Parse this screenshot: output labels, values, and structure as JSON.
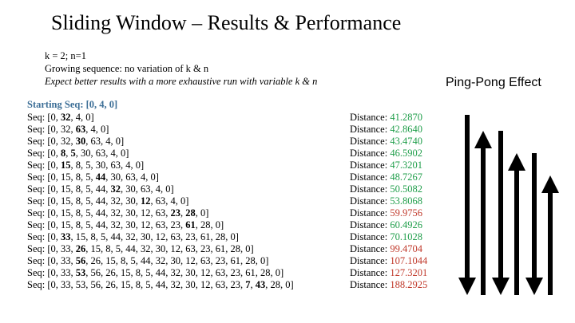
{
  "title": "Sliding Window – Results & Performance",
  "params": {
    "line1": "k = 2;  n=1",
    "line2": "Growing sequence: no variation of k & n",
    "line3": "Expect better results with a more exhaustive run with variable k & n"
  },
  "starting_seq": {
    "label": "Starting Seq: ",
    "value": "[0, 4, 0]"
  },
  "sequences": [
    [
      [
        "Seq: [0, ",
        0
      ],
      [
        "32",
        1
      ],
      [
        ", 4, 0]",
        0
      ]
    ],
    [
      [
        "Seq: [0, 32, ",
        0
      ],
      [
        "63",
        1
      ],
      [
        ", 4, 0]",
        0
      ]
    ],
    [
      [
        "Seq: [0, 32, ",
        0
      ],
      [
        "30",
        1
      ],
      [
        ", 63, 4, 0]",
        0
      ]
    ],
    [
      [
        "Seq: [0, ",
        0
      ],
      [
        "8",
        1
      ],
      [
        ", ",
        0
      ],
      [
        "5",
        1
      ],
      [
        ", 30, 63, 4, 0]",
        0
      ]
    ],
    [
      [
        "Seq: [0, ",
        0
      ],
      [
        "15",
        1
      ],
      [
        ", 8, 5, 30, 63, 4, 0]",
        0
      ]
    ],
    [
      [
        "Seq: [0, 15, 8, 5, ",
        0
      ],
      [
        "44",
        1
      ],
      [
        ", 30, 63, 4, 0]",
        0
      ]
    ],
    [
      [
        "Seq: [0, 15, 8, 5, 44, ",
        0
      ],
      [
        "32",
        1
      ],
      [
        ", 30, 63, 4, 0]",
        0
      ]
    ],
    [
      [
        "Seq: [0, 15, 8, 5, 44, 32, 30, ",
        0
      ],
      [
        "12",
        1
      ],
      [
        ", 63, 4, 0]",
        0
      ]
    ],
    [
      [
        "Seq: [0, 15, 8, 5, 44, 32, 30, 12, 63, ",
        0
      ],
      [
        "23",
        1
      ],
      [
        ", ",
        0
      ],
      [
        "28",
        1
      ],
      [
        ", 0]",
        0
      ]
    ],
    [
      [
        "Seq: [0, 15, 8, 5, 44, 32, 30, 12, 63, 23, ",
        0
      ],
      [
        "61",
        1
      ],
      [
        ", 28, 0]",
        0
      ]
    ],
    [
      [
        "Seq: [0, ",
        0
      ],
      [
        "33",
        1
      ],
      [
        ", 15, 8, 5, 44, 32, 30, 12, 63, 23, 61, 28, 0]",
        0
      ]
    ],
    [
      [
        "Seq: [0, 33, ",
        0
      ],
      [
        "26",
        1
      ],
      [
        ", 15, 8, 5, 44, 32, 30, 12, 63, 23, 61, 28, 0]",
        0
      ]
    ],
    [
      [
        "Seq: [0, 33, ",
        0
      ],
      [
        "56",
        1
      ],
      [
        ", 26, 15, 8, 5, 44, 32, 30, 12, 63, 23, 61, 28, 0]",
        0
      ]
    ],
    [
      [
        "Seq: [0, 33, ",
        0
      ],
      [
        "53",
        1
      ],
      [
        ", 56, 26, 15, 8, 5, 44, 32, 30, 12, 63, 23, 61, 28, 0]",
        0
      ]
    ],
    [
      [
        "Seq: [0, 33, 53, 56, 26, 15, 8, 5, 44, 32, 30, 12, 63, 23, ",
        0
      ],
      [
        "7",
        1
      ],
      [
        ", ",
        0
      ],
      [
        "43",
        1
      ],
      [
        ", 28, 0]",
        0
      ]
    ]
  ],
  "distance_label": "Distance: ",
  "distances": [
    {
      "value": "41.2870",
      "color": "green"
    },
    {
      "value": "42.8640",
      "color": "green"
    },
    {
      "value": "43.4740",
      "color": "green"
    },
    {
      "value": "46.5902",
      "color": "green"
    },
    {
      "value": "47.3201",
      "color": "green"
    },
    {
      "value": "48.7267",
      "color": "green"
    },
    {
      "value": "50.5082",
      "color": "green"
    },
    {
      "value": "53.8068",
      "color": "green"
    },
    {
      "value": "59.9756",
      "color": "red"
    },
    {
      "value": "60.4926",
      "color": "green"
    },
    {
      "value": "70.1028",
      "color": "green"
    },
    {
      "value": "99.4704",
      "color": "red"
    },
    {
      "value": "107.1044",
      "color": "red"
    },
    {
      "value": "127.3201",
      "color": "red"
    },
    {
      "value": "188.2925",
      "color": "red"
    }
  ],
  "ping_pong": {
    "title": "Ping-Pong Effect",
    "arrows": [
      "down",
      "up",
      "down",
      "up",
      "down",
      "up"
    ]
  },
  "colors": {
    "accent": "#3d6f97",
    "good": "#1f9e4a",
    "bad": "#c0392b"
  }
}
